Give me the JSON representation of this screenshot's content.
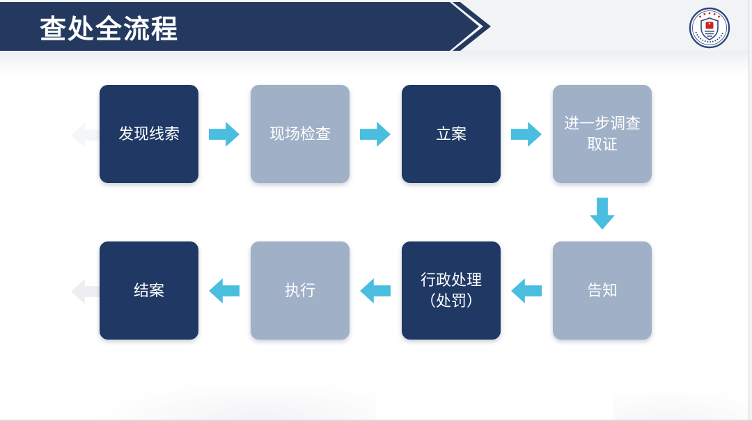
{
  "header": {
    "title": "查处全流程",
    "logo": "agency-seal-logo"
  },
  "flowchart": {
    "nodes": [
      {
        "id": "n1",
        "label": "发现线索",
        "variant": "dark"
      },
      {
        "id": "n2",
        "label": "现场检查",
        "variant": "light"
      },
      {
        "id": "n3",
        "label": "立案",
        "variant": "dark"
      },
      {
        "id": "n4",
        "label": "进一步调查\n取证",
        "variant": "light"
      },
      {
        "id": "n5",
        "label": "告知",
        "variant": "light"
      },
      {
        "id": "n6",
        "label": "行政处理\n（处罚）",
        "variant": "dark"
      },
      {
        "id": "n7",
        "label": "执行",
        "variant": "light"
      },
      {
        "id": "n8",
        "label": "结案",
        "variant": "dark"
      }
    ],
    "edges": [
      {
        "from": "发现线索",
        "to": "现场检查",
        "direction": "right"
      },
      {
        "from": "现场检查",
        "to": "立案",
        "direction": "right"
      },
      {
        "from": "立案",
        "to": "进一步调查取证",
        "direction": "right"
      },
      {
        "from": "进一步调查取证",
        "to": "告知",
        "direction": "down"
      },
      {
        "from": "告知",
        "to": "行政处理（处罚）",
        "direction": "left"
      },
      {
        "from": "行政处理（处罚）",
        "to": "执行",
        "direction": "left"
      },
      {
        "from": "执行",
        "to": "结案",
        "direction": "left"
      }
    ]
  },
  "colors": {
    "dark": "#1f3864",
    "light": "#9fb0c7",
    "arrow": "#49bedf",
    "banner": "#24395f",
    "banner-text": "#ffffff",
    "page-top": "#f2f3f5"
  }
}
